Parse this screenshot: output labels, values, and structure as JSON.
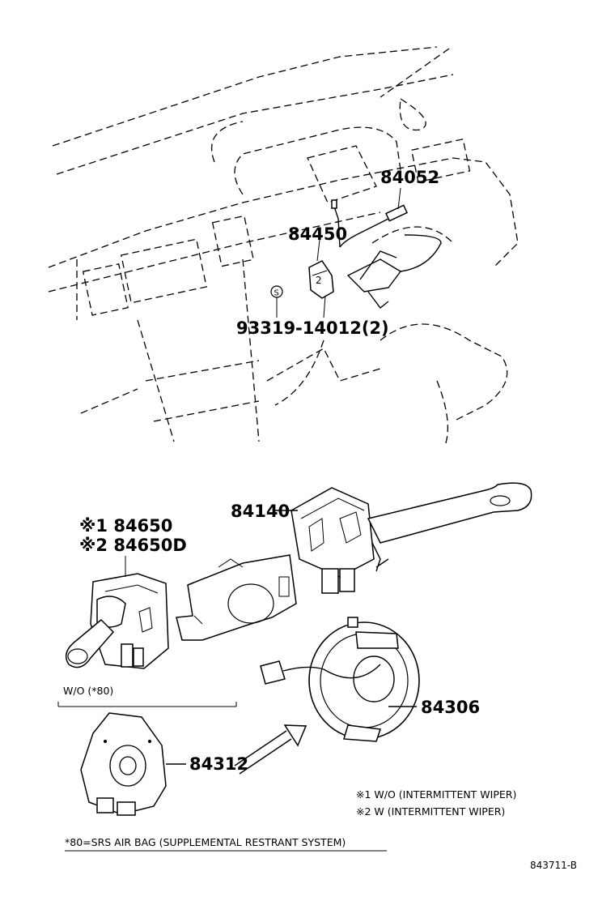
{
  "diagram": {
    "part_numbers": {
      "p84052": "84052",
      "p84450": "84450",
      "p93319": "93319-14012(2)",
      "p84140": "84140",
      "p84650": "※1 84650",
      "p84650D": "※2 84650D",
      "p84312": "84312",
      "p84306": "84306"
    },
    "screw_symbol": "S",
    "variant_header": "W/O (*80)",
    "notes": {
      "note1": "※1 W/O (INTERMITTENT WIPER)",
      "note2": "※2 W (INTERMITTENT WIPER)"
    },
    "footnote": "*80=SRS AIR BAG (SUPPLEMENTAL RESTRANT SYSTEM)",
    "figure_id": "843711-B"
  }
}
